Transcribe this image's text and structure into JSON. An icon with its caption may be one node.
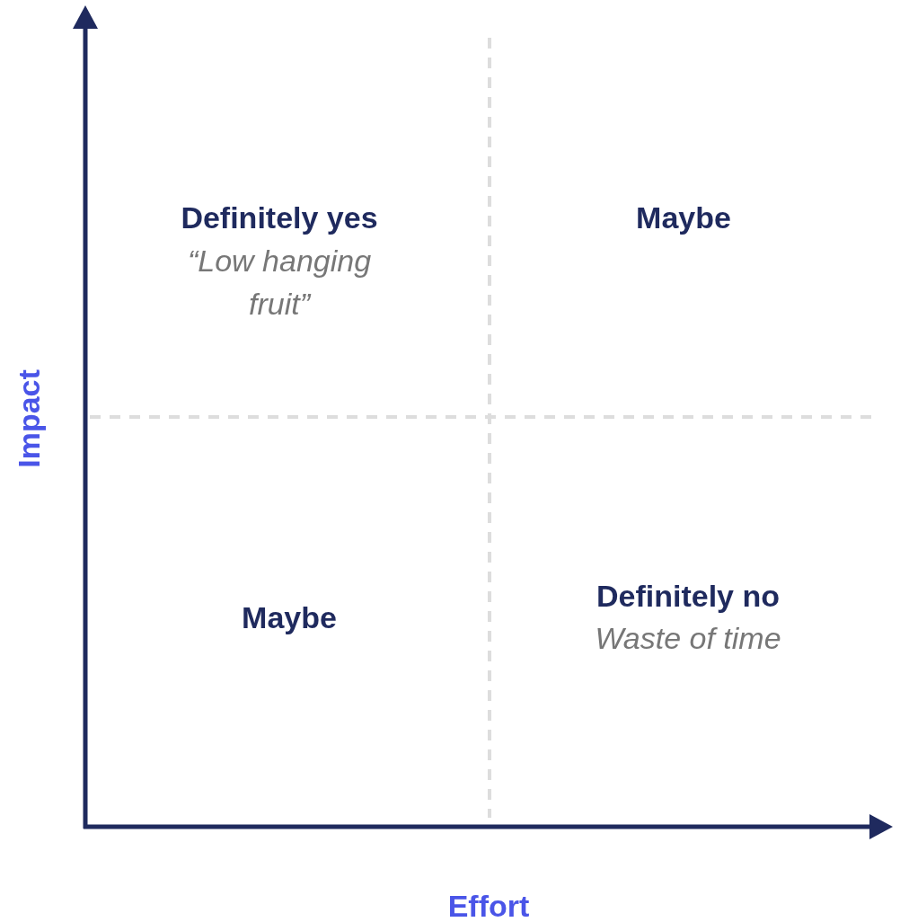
{
  "diagram": {
    "labels": [
      "Definitely yes",
      "“Low hanging fruit”",
      "Maybe",
      "Impact",
      "Maybe",
      "Definitely no",
      "Waste of time",
      "Effort"
    ]
  }
}
